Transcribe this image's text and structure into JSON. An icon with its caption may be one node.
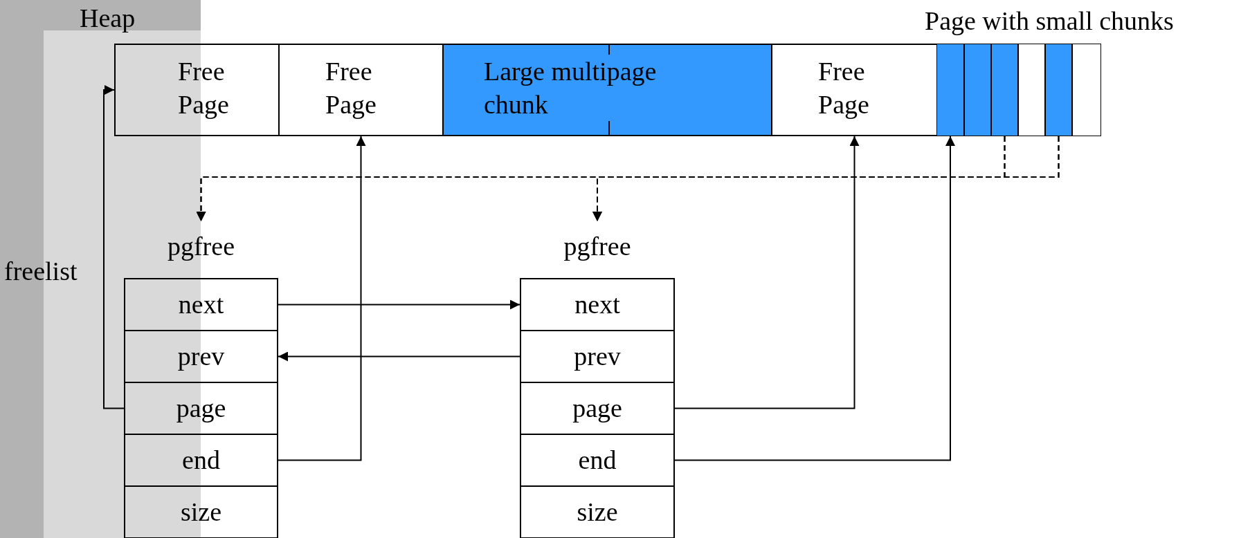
{
  "diagram": {
    "nodes": [
      {
        "text": [
          "Free Page"
        ]
      },
      {
        "text": [
          "Free Page"
        ]
      },
      {
        "text": [
          "Large multipage chunk"
        ]
      },
      {
        "text": [
          "Free Page"
        ]
      },
      {
        "text": [
          "Page with small chunks"
        ]
      },
      {
        "text": [],
        "shape": "box",
        "in": 4
      },
      {
        "text": [],
        "shape": "box",
        "in": 4
      },
      {
        "text": [],
        "shape": "box",
        "in": 4
      },
      {
        "text": [],
        "shape": "box",
        "in": 4
      },
      {
        "text": [],
        "shape": "box",
        "in": 4
      },
      {
        "text": [],
        "shape": "box",
        "in": 4
      },
      {
        "text": [
          "pgfree"
        ]
      },
      {
        "text": [
          "next"
        ],
        "in": 11
      },
      {
        "text": [
          "prev"
        ],
        "in": 11
      },
      {
        "text": [
          "page"
        ],
        "in": 11
      },
      {
        "text": [
          "end"
        ],
        "in": 11
      },
      {
        "text": [
          "size"
        ],
        "in": 11
      },
      {
        "text": [
          "pgfree"
        ]
      },
      {
        "text": [
          "next"
        ],
        "in": 17
      },
      {
        "text": [
          "prev"
        ],
        "in": 17
      },
      {
        "text": [
          "page"
        ],
        "in": 17
      },
      {
        "text": [
          "end"
        ],
        "in": 17
      },
      {
        "text": [
          "size"
        ],
        "in": 17
      }
    ],
    "edges": [
      {
        "from": 14,
        "to": 0,
        "arrow": "to"
      },
      {
        "from": 15,
        "to": 1,
        "arrow": "to"
      },
      {
        "from": 12,
        "to": 18,
        "arrow": "to"
      },
      {
        "from": 19,
        "to": 13,
        "arrow": "to"
      },
      {
        "from": 20,
        "to": 3,
        "arrow": "to"
      },
      {
        "from": 21,
        "to": 5,
        "arrow": "to"
      },
      {
        "from": 7,
        "to": 11,
        "arrow": "to",
        "style": "dashed"
      },
      {
        "from": 7,
        "to": 17,
        "arrow": "to",
        "style": "dashed"
      },
      {
        "from": 9,
        "to": 11,
        "arrow": "to",
        "style": "dashed"
      },
      {
        "from": 9,
        "to": 17,
        "arrow": "to",
        "style": "dashed"
      }
    ],
    "labels": [
      "Heap",
      "freelist"
    ]
  }
}
